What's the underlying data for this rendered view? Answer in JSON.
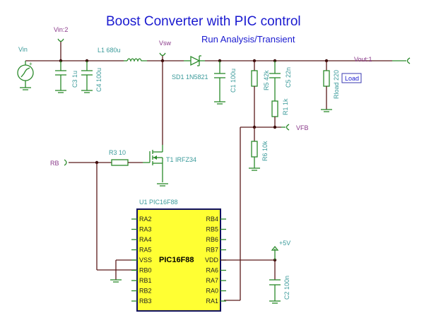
{
  "title": "Boost Converter with PIC control",
  "run_link": "Run Analysis/Transient",
  "nets": {
    "vin": "Vin",
    "vin2": "Vin:2",
    "vsw": "Vsw",
    "vout": "Vout:1",
    "vfb": "VFB",
    "rb": "RB",
    "vcc": "+5V"
  },
  "components": {
    "l1": "L1 680u",
    "c3": "C3 1u",
    "c4": "C4 100u",
    "d1": "SD1 1N5821",
    "c1": "C1 100u",
    "r5": "R5 42k",
    "c5": "C5 22n",
    "r1": "R1 1k",
    "r6": "R6 10k",
    "rload": "Rload 220",
    "r3": "R3 10",
    "t1": "T1 IRFZ34",
    "u1": "U1 PIC16F88",
    "c2": "C2 100n"
  },
  "load_button": "Load",
  "chip": {
    "name": "PIC16F88",
    "left_pins": [
      "RA2",
      "RA3",
      "RA4",
      "RA5",
      "VSS",
      "RB0",
      "RB1",
      "RB2",
      "RB3"
    ],
    "right_pins": [
      "RB4",
      "RB5",
      "RB6",
      "RB7",
      "VDD",
      "RA6",
      "RA7",
      "RA0",
      "RA1"
    ]
  }
}
